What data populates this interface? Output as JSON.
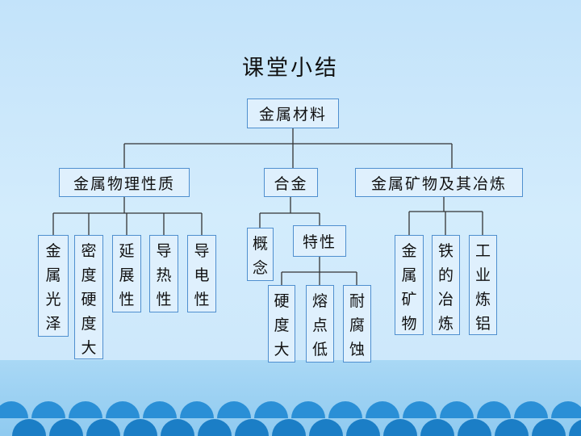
{
  "title": "课堂小结",
  "root": "金属材料",
  "branches": {
    "physical": {
      "label": "金属物理性质",
      "items": [
        "金属光泽",
        "密度硬度大",
        "延展性",
        "导热性",
        "导电性"
      ]
    },
    "alloy": {
      "label": "合金",
      "concept": "概念",
      "properties_label": "特性",
      "properties": [
        "硬度大",
        "熔点低",
        "耐腐蚀"
      ]
    },
    "minerals": {
      "label": "金属矿物及其冶炼",
      "items": [
        "金属矿物",
        "铁的冶炼",
        "工业炼铝"
      ]
    }
  },
  "colors": {
    "box_fill": "#dff0fd",
    "box_border": "#4f8fcf",
    "line": "#333333",
    "background": "#cfe9fb",
    "bottom_band": "#8fcaf0",
    "wave": "#2a8fd6"
  }
}
